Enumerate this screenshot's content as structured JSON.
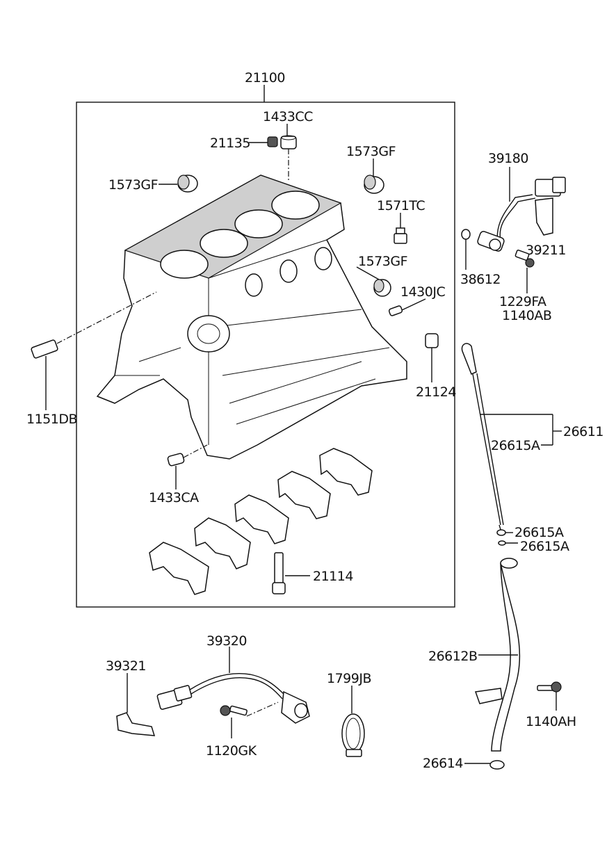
{
  "labels": {
    "p21100": "21100",
    "p1433CC": "1433CC",
    "p21135": "21135",
    "p1573GF_a": "1573GF",
    "p1573GF_b": "1573GF",
    "p1571TC": "1571TC",
    "p1573GF_c": "1573GF",
    "p1430JC": "1430JC",
    "p21124": "21124",
    "p1151DB": "1151DB",
    "p1433CA": "1433CA",
    "p21114": "21114",
    "p39180": "39180",
    "p39211": "39211",
    "p38612": "38612",
    "p1229FA": "1229FA",
    "p1140AB": "1140AB",
    "p26611": "26611",
    "p26615A_a": "26615A",
    "p26615A_b": "26615A",
    "p26615A_c": "26615A",
    "p26612B": "26612B",
    "p1140AH": "1140AH",
    "p26614": "26614",
    "p39320": "39320",
    "p39321": "39321",
    "p1799JB": "1799JB",
    "p1120GK": "1120GK"
  }
}
